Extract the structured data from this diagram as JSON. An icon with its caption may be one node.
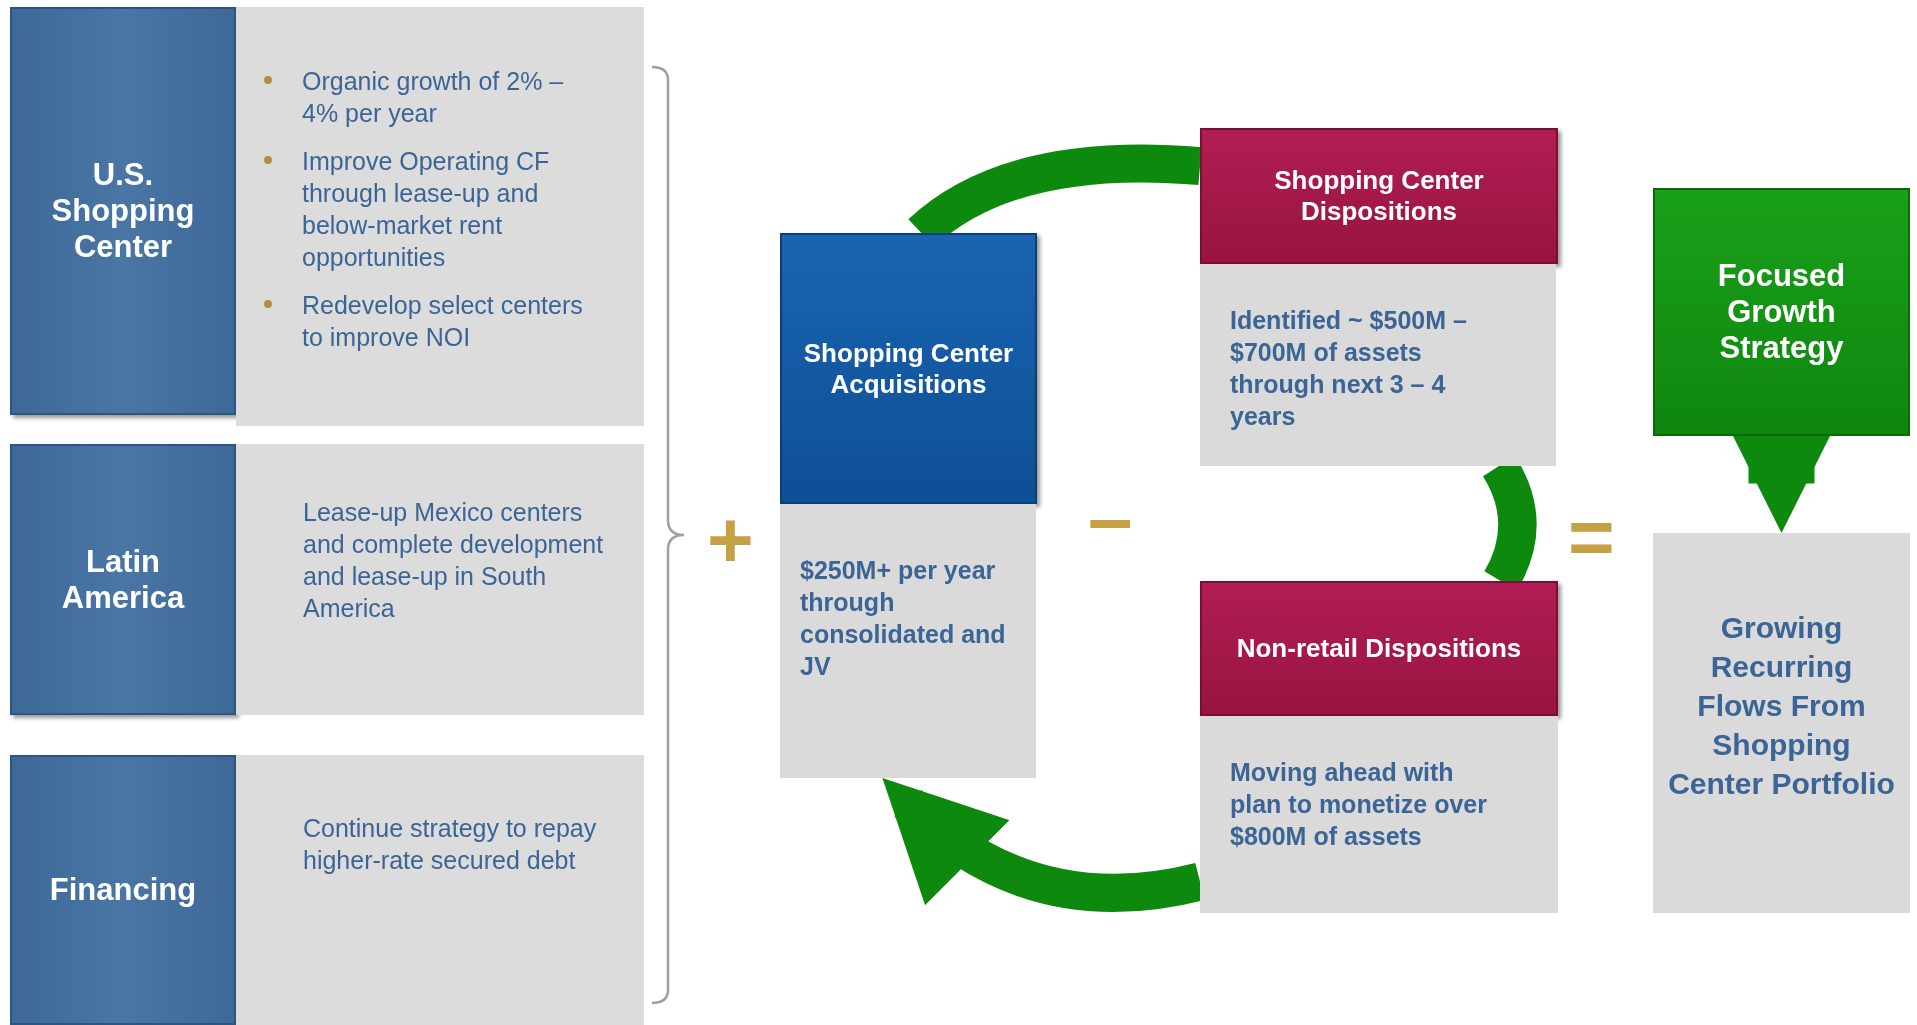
{
  "diagram": {
    "nodes": [
      {
        "text": [
          "U.S. Shopping Center"
        ]
      },
      {
        "text": [
          "Organic growth of 2% – 4% per year",
          "Improve Operating CF through lease-up and below-market rent opportunities",
          "Redevelop select centers to improve NOI"
        ]
      },
      {
        "text": [
          "Latin America"
        ]
      },
      {
        "text": [
          "Lease-up Mexico centers and complete development and lease-up in South America"
        ]
      },
      {
        "text": [
          "Financing"
        ]
      },
      {
        "text": [
          "Continue strategy to repay higher-rate secured debt"
        ]
      },
      {
        "text": [
          "Shopping Center Acquisitions"
        ]
      },
      {
        "text": [
          "$250M+ per year through consolidated and JV"
        ]
      },
      {
        "text": [
          "Shopping Center Dispositions"
        ]
      },
      {
        "text": [
          "Identified ~ $500M – $700M of assets through next 3 – 4 years"
        ]
      },
      {
        "text": [
          "Non-retail Dispositions"
        ]
      },
      {
        "text": [
          "Moving ahead with plan to monetize over $800M of assets"
        ]
      },
      {
        "text": [
          "Focused Growth Strategy"
        ]
      },
      {
        "text": [
          "Growing Recurring Flows From Shopping Center Portfolio"
        ]
      }
    ],
    "edges": [
      {
        "from": 6,
        "to": 8,
        "arrow": "none"
      },
      {
        "from": 9,
        "to": 10,
        "arrow": "none"
      },
      {
        "from": 11,
        "to": 7,
        "arrow": "to"
      },
      {
        "from": 12,
        "to": 13,
        "arrow": "to"
      }
    ],
    "labels": [
      "+",
      "–",
      "="
    ]
  }
}
